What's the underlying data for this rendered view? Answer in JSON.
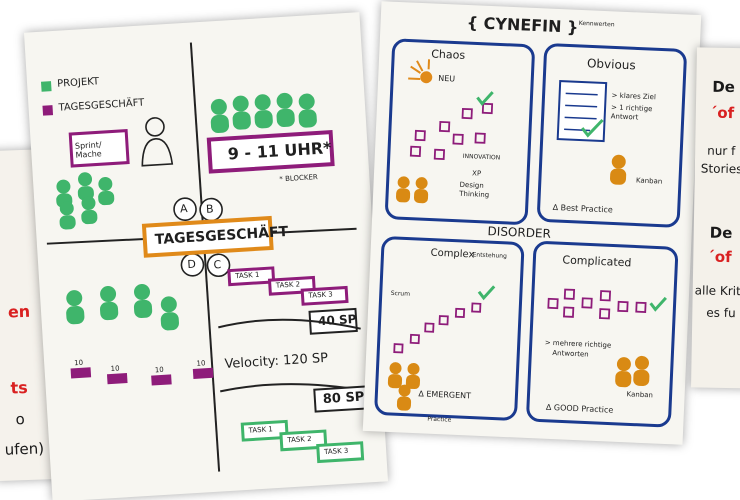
{
  "left_edge_sheet": {
    "lines": [
      "en",
      "ts",
      "o",
      "ufen)"
    ]
  },
  "sprint_board": {
    "legend": {
      "project": "PROJEKT",
      "daily": "TAGESGESCHÄFT"
    },
    "sprint_label": "Sprint/ Mache",
    "time_box": "9 - 11 UHR*",
    "blocker_note": "* BLOCKER",
    "quadrant_a": "A",
    "quadrant_b": "B",
    "quadrant_c": "C",
    "quadrant_d": "D",
    "center_title": "TAGESGESCHÄFT",
    "small_numbers": [
      "10",
      "10",
      "10",
      "10"
    ],
    "tasks_top": [
      "TASK 1",
      "TASK 2",
      "TASK 3"
    ],
    "sp_top": "40 SP",
    "velocity": "Velocity: 120 SP",
    "sp_bottom": "80 SP",
    "tasks_bottom": [
      "TASK 1",
      "TASK 2",
      "TASK 3"
    ]
  },
  "cynefin_board": {
    "title": "{ CYNEFIN }",
    "title_note": "Kennwerten",
    "chaos": {
      "title": "Chaos",
      "neu": "NEU",
      "innovation": "INNOVATION",
      "xp": "XP",
      "design": "Design Thinking"
    },
    "obvious": {
      "title": "Obvious",
      "list": [
        "> klares Ziel",
        "> 1 richtige Antwort"
      ],
      "kanban": "Kanban",
      "practice": "∆ Best Practice"
    },
    "disorder": "DISORDER",
    "complex": {
      "title": "Complex",
      "subtitle": "Entstehung",
      "scrum": "Scrum",
      "practice": "∆ EMERGENT",
      "practice2": "Practice"
    },
    "complicated": {
      "title": "Complicated",
      "list": [
        "> mehrere richtige",
        "Antworten"
      ],
      "kanban": "Kanban",
      "practice": "∆ GOOD Practice"
    }
  },
  "right_edge_sheet": {
    "lines": [
      "De",
      "´of",
      "nur f",
      "Stories",
      "De",
      "´of",
      "alle Krit",
      "es fu"
    ]
  },
  "colors": {
    "green": "#3fb56b",
    "purple": "#8e1c7a",
    "orange": "#d98a14",
    "paper": "#f7f6f1",
    "red": "#d92121"
  }
}
